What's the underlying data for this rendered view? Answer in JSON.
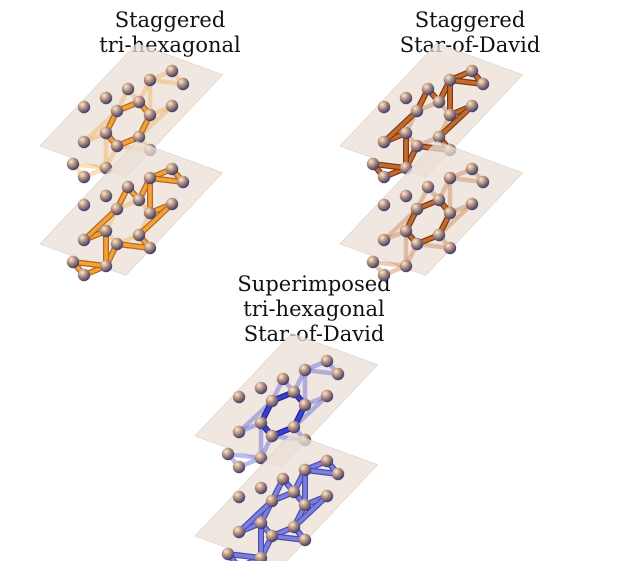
{
  "titles": {
    "top_left": {
      "line1": "Staggered",
      "line2": "tri-hexagonal"
    },
    "top_right": {
      "line1": "Staggered",
      "line2": "Star-of-David"
    },
    "bottom": {
      "line1": "Superimposed",
      "line2": "tri-hexagonal",
      "line3": "Star-of-David"
    }
  },
  "colors": {
    "plane": "#e9dfd6",
    "plane_stroke": "#d9cfc6",
    "orange_bond": "#f2a23a",
    "orange_bond_dark": "#b8651a",
    "brown_bond": "#c46a2c",
    "brown_bond_dark": "#7a3a14",
    "blue_bond": "#3a40d0",
    "violet_bond": "#7d7fe0",
    "sphere_light": "#fbe9d4",
    "sphere_mid": "#b58f7a",
    "sphere_dark": "#2e3570"
  }
}
